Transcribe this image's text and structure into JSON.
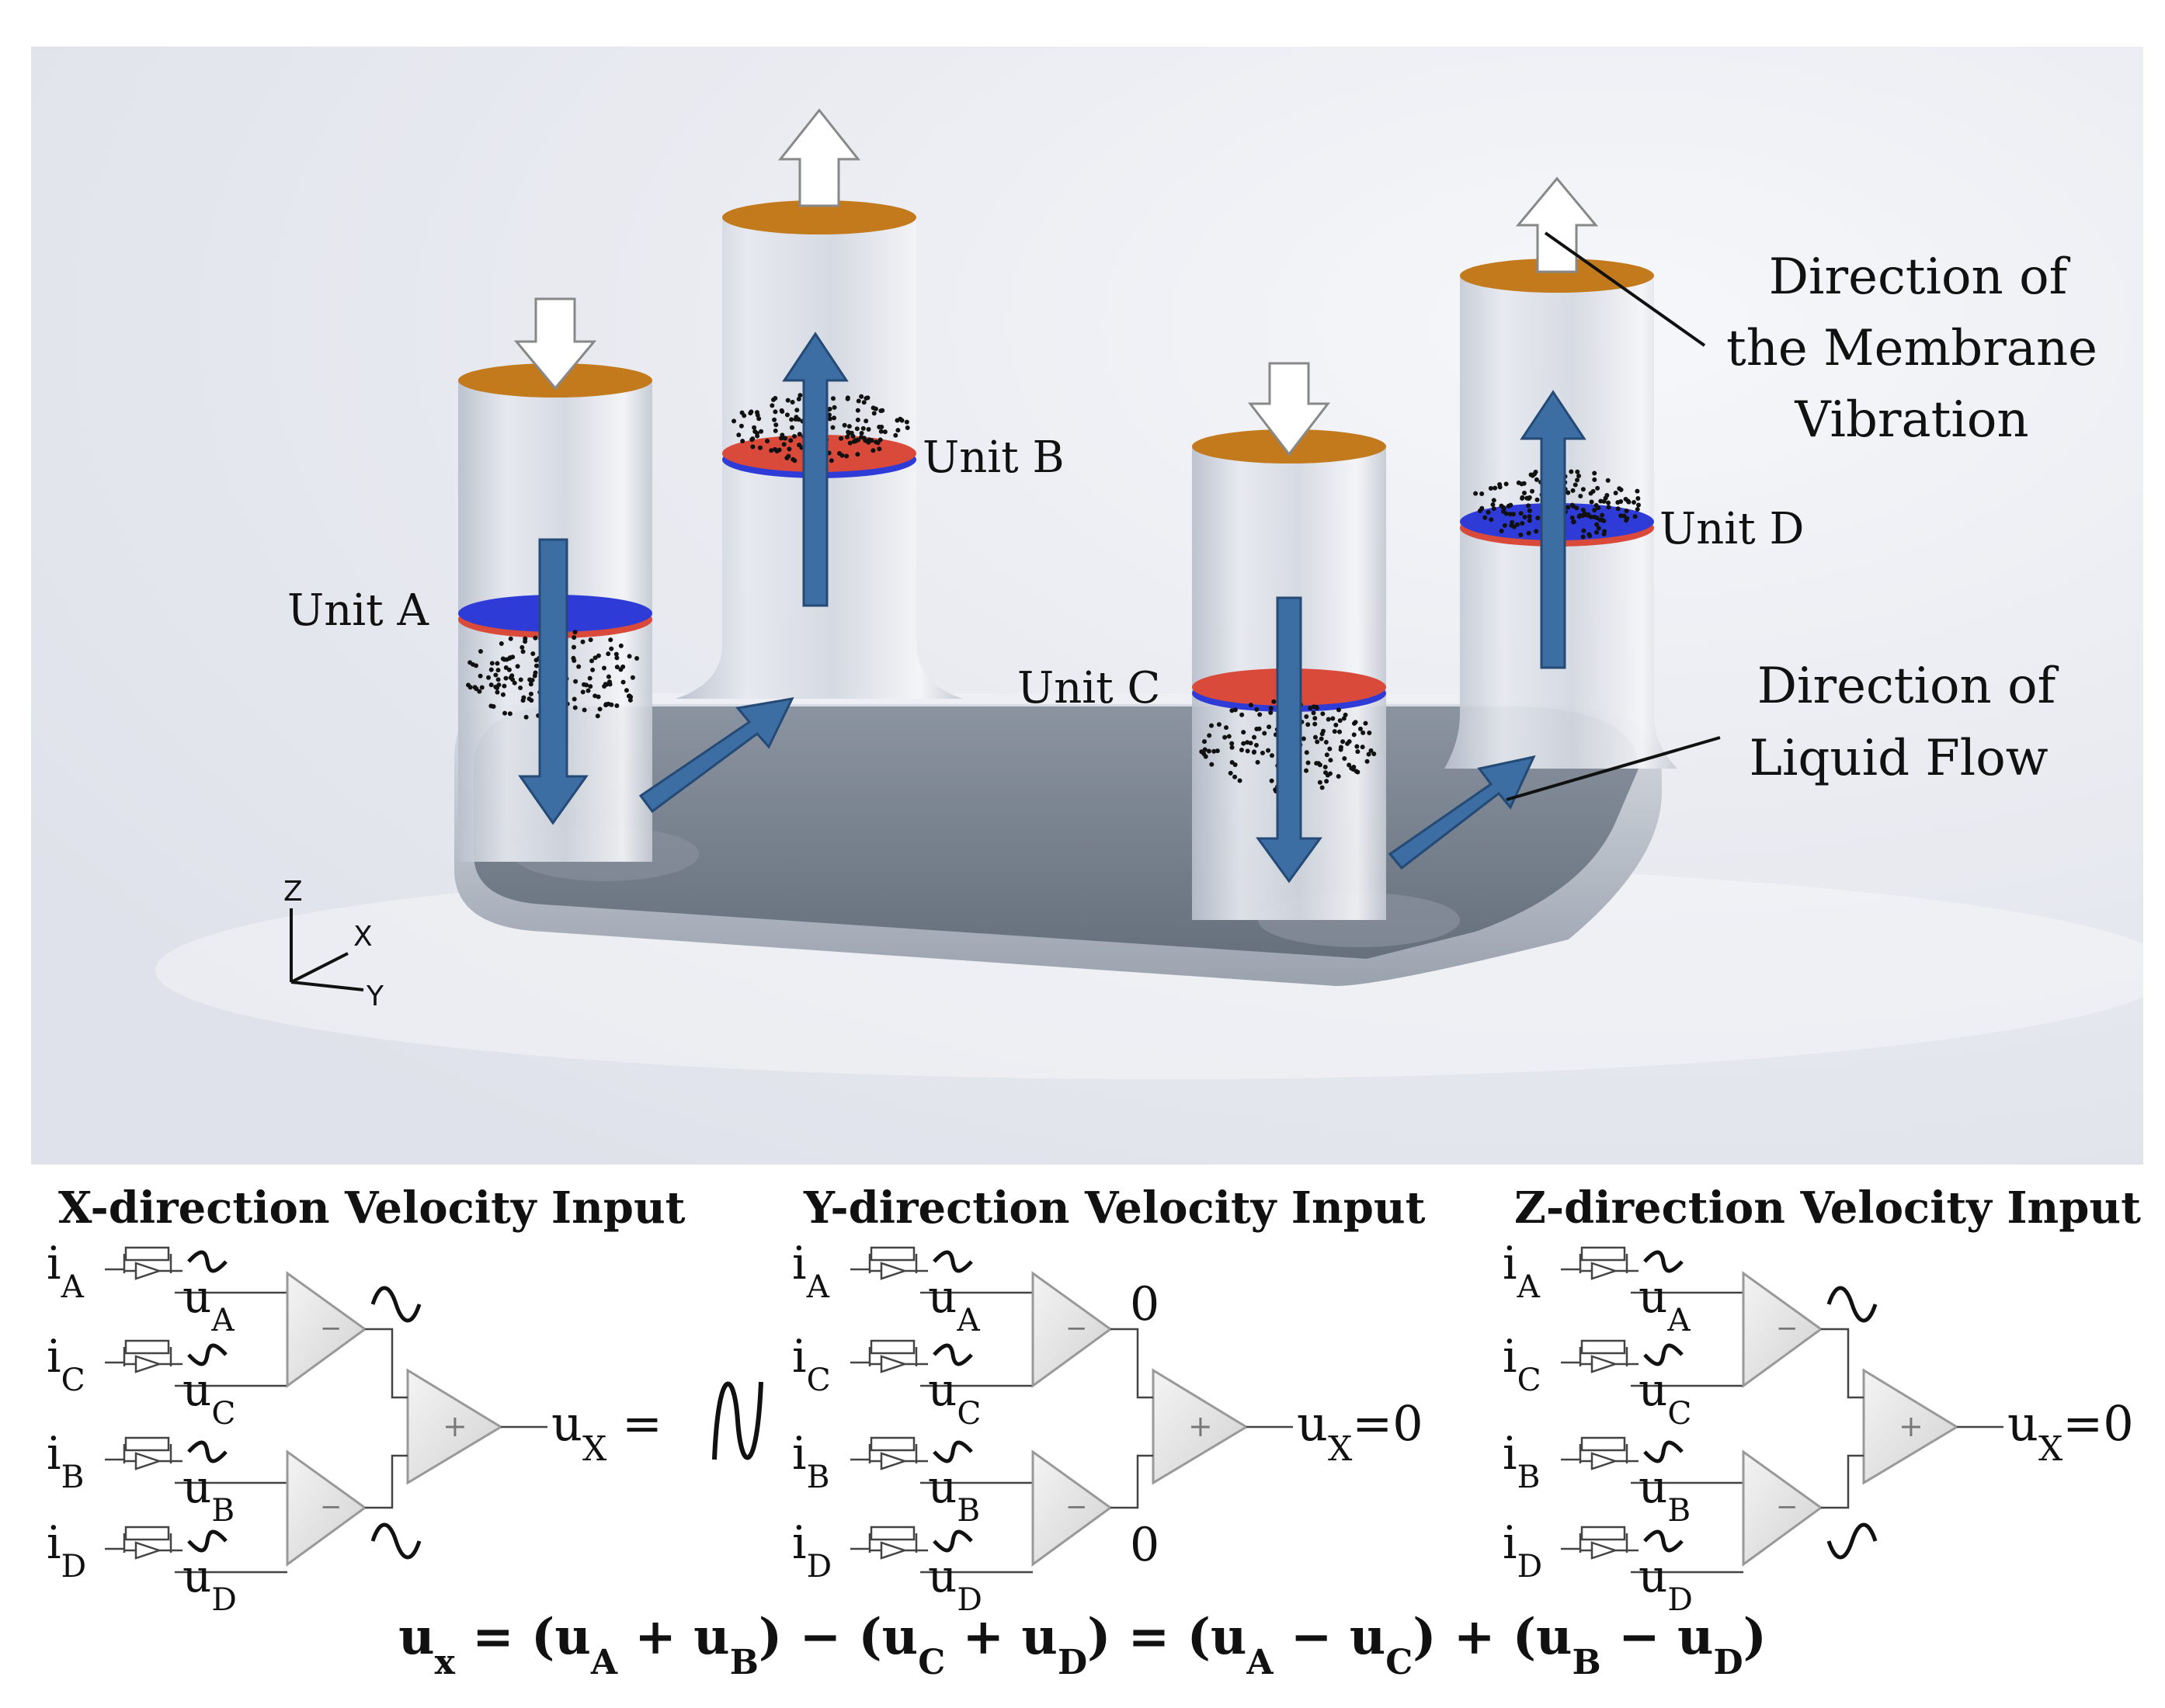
{
  "top_labels": {
    "unit_a": "Unit A",
    "unit_b": "Unit B",
    "unit_c": "Unit C",
    "unit_d": "Unit D",
    "membrane_line1": "Direction of",
    "membrane_line2": "the Membrane",
    "membrane_line3": "Vibration",
    "flow_line1": "Direction of",
    "flow_line2": "Liquid Flow",
    "axis_z": "Z",
    "axis_x": "X",
    "axis_y": "Y"
  },
  "panels": [
    {
      "title": "X-direction Velocity Input",
      "inputs": [
        {
          "cur": "i",
          "cur_sub": "A",
          "volt": "u",
          "volt_sub": "A",
          "wave": "sine"
        },
        {
          "cur": "i",
          "cur_sub": "C",
          "volt": "u",
          "volt_sub": "C",
          "wave": "inv"
        },
        {
          "cur": "i",
          "cur_sub": "B",
          "volt": "u",
          "volt_sub": "B",
          "wave": "sine"
        },
        {
          "cur": "i",
          "cur_sub": "D",
          "volt": "u",
          "volt_sub": "D",
          "wave": "inv"
        }
      ],
      "top_sign": "−",
      "bottom_sign": "−",
      "sum_sign": "+",
      "top_out": "sine",
      "bottom_out": "sine",
      "top_out_text": "",
      "bottom_out_text": "",
      "out_label": "u",
      "out_sub": "X",
      "out_eq": " =",
      "out_value": "",
      "out_wave": "big"
    },
    {
      "title": "Y-direction Velocity Input",
      "inputs": [
        {
          "cur": "i",
          "cur_sub": "A",
          "volt": "u",
          "volt_sub": "A",
          "wave": "sine"
        },
        {
          "cur": "i",
          "cur_sub": "C",
          "volt": "u",
          "volt_sub": "C",
          "wave": "sine"
        },
        {
          "cur": "i",
          "cur_sub": "B",
          "volt": "u",
          "volt_sub": "B",
          "wave": "inv"
        },
        {
          "cur": "i",
          "cur_sub": "D",
          "volt": "u",
          "volt_sub": "D",
          "wave": "inv"
        }
      ],
      "top_sign": "−",
      "bottom_sign": "−",
      "sum_sign": "+",
      "top_out": "text",
      "bottom_out": "text",
      "top_out_text": "0",
      "bottom_out_text": "0",
      "out_label": "u",
      "out_sub": "X",
      "out_eq": "=0",
      "out_value": "",
      "out_wave": "none"
    },
    {
      "title": "Z-direction Velocity Input",
      "inputs": [
        {
          "cur": "i",
          "cur_sub": "A",
          "volt": "u",
          "volt_sub": "A",
          "wave": "sine"
        },
        {
          "cur": "i",
          "cur_sub": "C",
          "volt": "u",
          "volt_sub": "C",
          "wave": "inv"
        },
        {
          "cur": "i",
          "cur_sub": "B",
          "volt": "u",
          "volt_sub": "B",
          "wave": "inv"
        },
        {
          "cur": "i",
          "cur_sub": "D",
          "volt": "u",
          "volt_sub": "D",
          "wave": "sine"
        }
      ],
      "top_sign": "−",
      "bottom_sign": "−",
      "sum_sign": "+",
      "top_out": "sine",
      "bottom_out": "inv",
      "top_out_text": "",
      "bottom_out_text": "",
      "out_label": "u",
      "out_sub": "X",
      "out_eq": "=0",
      "out_value": "",
      "out_wave": "none"
    }
  ],
  "equation": {
    "ux": "u",
    "ux_sub": "x",
    "eq1": " = (",
    "uA": "u",
    "A": "A",
    "plus1": " + ",
    "uB": "u",
    "B": "B",
    "mid": ") − (",
    "uC": "u",
    "C": "C",
    "plus2": " + ",
    "uD": "u",
    "D": "D",
    "eq2": ") = (",
    "uA2": "u",
    "A2": "A",
    "minus1": " − ",
    "uC2": "u",
    "C2": "C",
    "mid2": ") + (",
    "uB2": "u",
    "B2": "B",
    "minus2": " − ",
    "uD2": "u",
    "D2": "D",
    "end": ")"
  }
}
